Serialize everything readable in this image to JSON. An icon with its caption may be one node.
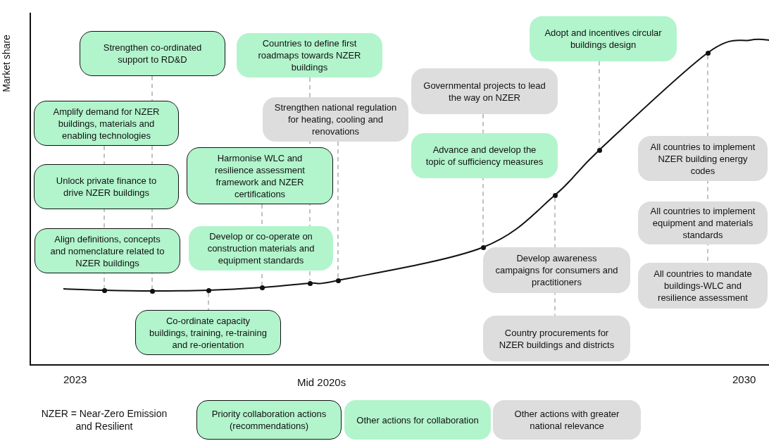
{
  "diagram": {
    "nodes": [
      {
        "text": [
          "Strengthen co-ordinated support to RD&D"
        ]
      },
      {
        "text": [
          "Amplify demand for NZER buildings, materials and enabling technologies"
        ]
      },
      {
        "text": [
          "Unlock private finance to drive NZER buildings"
        ]
      },
      {
        "text": [
          "Align definitions, concepts and nomenclature related to NZER buildings"
        ]
      },
      {
        "text": [
          "Countries to define first roadmaps towards NZER buildings"
        ]
      },
      {
        "text": [
          "Strengthen national regulation for heating, cooling and renovations"
        ]
      },
      {
        "text": [
          "Harmonise WLC and resilience assessment framework and NZER certifications"
        ]
      },
      {
        "text": [
          "Develop or co-operate on construction materials and equipment standards"
        ]
      },
      {
        "text": [
          "Co-ordinate capacity buildings, training, re-training and re-orientation"
        ]
      },
      {
        "text": [
          "Adopt and incentives circular buildings design"
        ]
      },
      {
        "text": [
          "Governmental projects to lead the way on NZER"
        ]
      },
      {
        "text": [
          "Advance and develop the topic of sufficiency measures"
        ]
      },
      {
        "text": [
          "All countries to implement NZER building energy codes"
        ]
      },
      {
        "text": [
          "All countries to implement equipment and materials standards"
        ]
      },
      {
        "text": [
          "Develop awareness campaigns for consumers and practitioners"
        ]
      },
      {
        "text": [
          "All countries to mandate buildings-WLC and resilience assessment"
        ]
      },
      {
        "text": [
          "Country procurements for NZER buildings and districts"
        ]
      },
      {
        "text": [],
        "shape": "circle"
      },
      {
        "text": [],
        "shape": "circle"
      },
      {
        "text": [],
        "shape": "circle"
      },
      {
        "text": [],
        "shape": "circle"
      },
      {
        "text": [],
        "shape": "circle"
      },
      {
        "text": [],
        "shape": "circle"
      },
      {
        "text": [],
        "shape": "circle"
      },
      {
        "text": [],
        "shape": "circle"
      },
      {
        "text": [],
        "shape": "circle"
      },
      {
        "text": [],
        "shape": "circle"
      }
    ],
    "edges": [
      {
        "from": 0,
        "to": 18,
        "arrow": "none",
        "style": "dashed"
      },
      {
        "from": 1,
        "to": 17,
        "arrow": "none",
        "style": "dashed"
      },
      {
        "from": 19,
        "to": 8,
        "arrow": "none",
        "style": "dashed"
      },
      {
        "from": 6,
        "to": 20,
        "arrow": "none",
        "style": "dashed"
      },
      {
        "from": 4,
        "to": 21,
        "arrow": "none",
        "style": "dashed"
      },
      {
        "from": 5,
        "to": 22,
        "arrow": "none",
        "style": "dashed"
      },
      {
        "from": 10,
        "to": 23,
        "arrow": "none",
        "style": "dashed"
      },
      {
        "from": 24,
        "to": 16,
        "arrow": "none",
        "style": "dashed"
      },
      {
        "from": 9,
        "to": 25,
        "arrow": "none",
        "style": "dashed"
      },
      {
        "from": 26,
        "to": 15,
        "arrow": "none",
        "style": "dashed"
      }
    ],
    "labels": [
      "Market share",
      "2023",
      "Mid 2020s",
      "2030",
      "NZER = Near-Zero Emission and Resilient"
    ],
    "legend": [
      {
        "text": "Priority collaboration actions (recommendations)",
        "color": "#b2f4cc"
      },
      {
        "text": "Other actions for collaboration",
        "color": "#b2f4cc"
      },
      {
        "text": "Other actions with greater national relevance",
        "color": "#dddddd"
      }
    ]
  }
}
